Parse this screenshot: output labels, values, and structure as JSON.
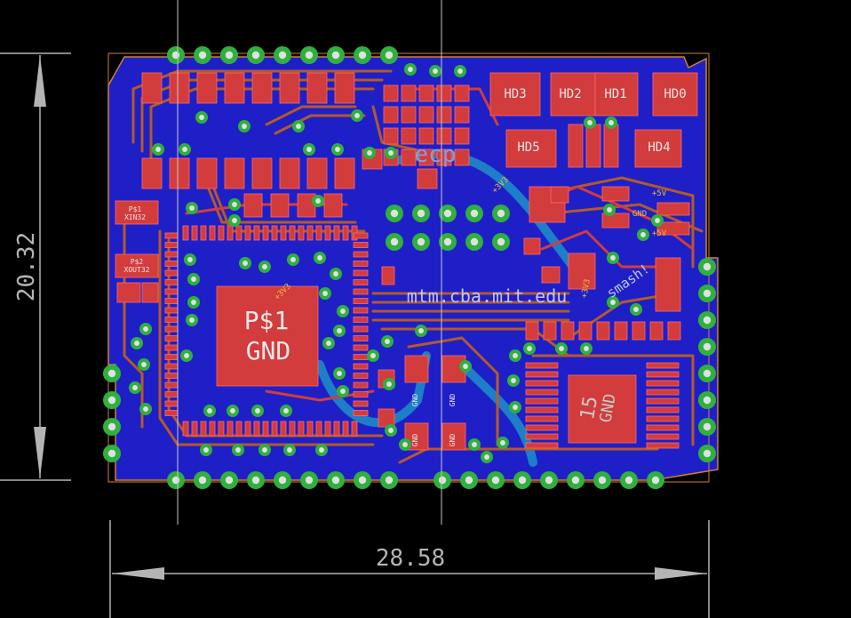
{
  "colors": {
    "background": "#000000",
    "board_fill": "#1f1fc8",
    "board_outline": "#d08030",
    "top_copper": "#d23c3c",
    "bottom_copper": "#b45a28",
    "via_ring": "#2fb03f",
    "pad_hole": "#e0e0e0",
    "dimension": "#b4b4b4",
    "silkscreen": "#e6e6e6",
    "trace_cyan": "#1e88c8"
  },
  "dimensions": {
    "width_label": "28.58",
    "height_label": "20.32"
  },
  "labels": {
    "hd0": "HD0",
    "hd1": "HD1",
    "hd2": "HD2",
    "hd3": "HD3",
    "hd4": "HD4",
    "hd5": "HD5",
    "ecp": "ecp",
    "url": "mtm.cba.mit.edu",
    "smash": "smash!",
    "ps1": "P$1",
    "gnd_big": "GND",
    "num15": "15",
    "gnd_small": "GND",
    "gnd_side": "GND",
    "p5v_a": "+5V",
    "p5v_b": "+5V",
    "p3v3_a": "+3V3",
    "p3v3_b": "+3V3",
    "p3v3_c": "+3V3",
    "xin32_ref": "P$1",
    "xin32": "XIN32",
    "xout32_ref": "P$2",
    "xout32": "XOUT32",
    "gnd_r1": "GND",
    "gnd_r2": "GND",
    "gnd_r3": "GND",
    "gnd_r4": "GND"
  }
}
